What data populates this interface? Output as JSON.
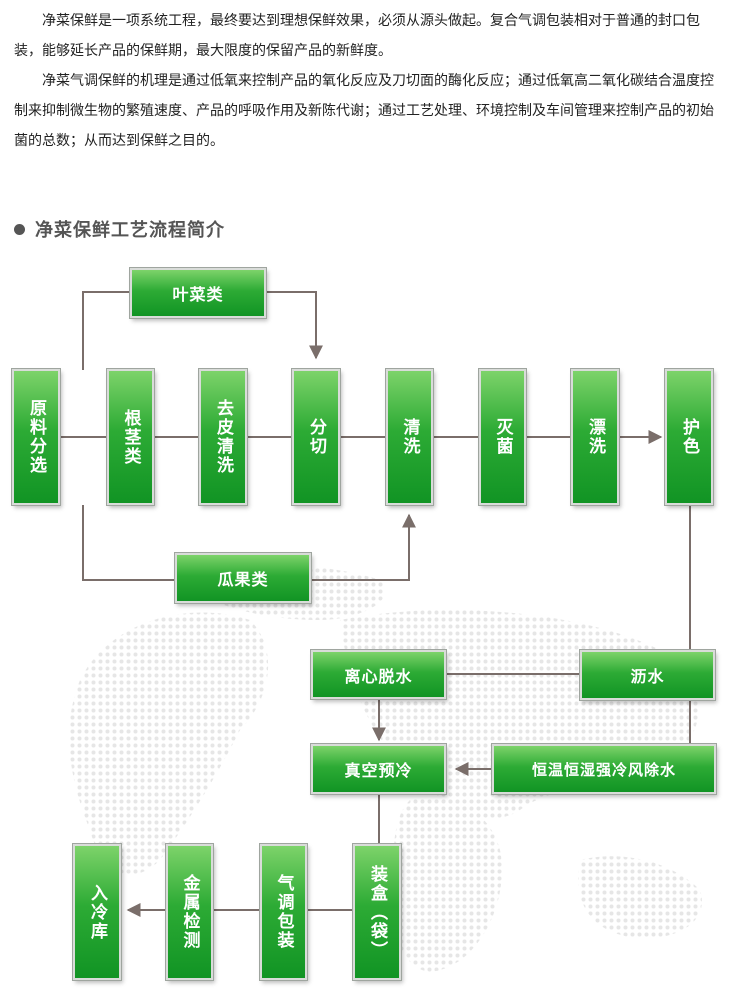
{
  "intro": {
    "p1": "净菜保鲜是一项系统工程，最终要达到理想保鲜效果，必须从源头做起。复合气调包装相对于普通的封口包装，能够延长产品的保鲜期，最大限度的保留产品的新鲜度。",
    "p2": "净菜气调保鲜的机理是通过低氧来控制产品的氧化反应及刀切面的酶化反应；通过低氧高二氧化碳结合温度控制来抑制微生物的繁殖速度、产品的呼吸作用及新陈代谢；通过工艺处理、环境控制及车间管理来控制产品的初始菌的总数；从而达到保鲜之目的。"
  },
  "section_title": "净菜保鲜工艺流程简介",
  "flow": {
    "yecai": "叶菜类",
    "gualei": "瓜果类",
    "yuanliao": "原料分选",
    "genjing": "根茎类",
    "qupi": "去皮清洗",
    "fenqie": "分切",
    "qingxi": "清洗",
    "mijun": "灭菌",
    "piaoxi": "漂洗",
    "huse": "护色",
    "lishui": "沥水",
    "lixin": "离心脱水",
    "hengwen": "恒温恒湿强冷风除水",
    "zhenkong": "真空预冷",
    "zhuanghe": "装盒（袋）",
    "qitiao": "气调包装",
    "jinshu": "金属检测",
    "rulengku": "入冷库"
  },
  "colors": {
    "node_green": "#2dab35",
    "line_gray": "#7a6e6a",
    "map_dots": "#e6e6e6"
  }
}
